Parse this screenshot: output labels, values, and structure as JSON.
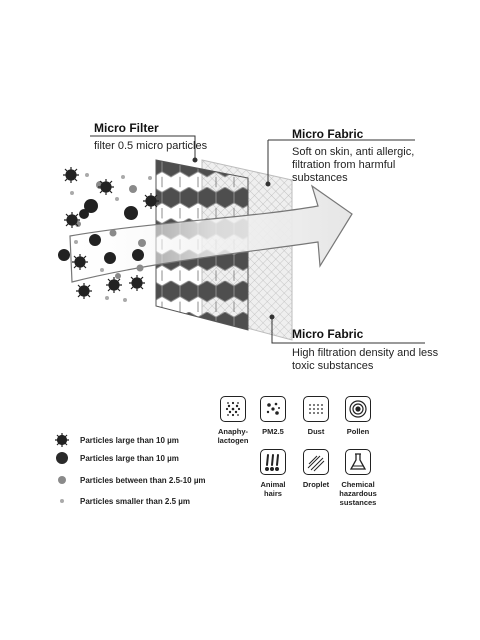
{
  "labels": {
    "micro_filter": {
      "title": "Micro Filter",
      "desc": "filter 0.5 micro particles"
    },
    "micro_fabric_top": {
      "title": "Micro Fabric",
      "desc_lines": [
        "Soft on skin, anti allergic,",
        "filtration from harmful",
        "substances"
      ]
    },
    "micro_fabric_bottom": {
      "title": "Micro Fabric",
      "desc_lines": [
        "High filtration density and less",
        "toxic substances"
      ]
    }
  },
  "legend": [
    {
      "icon": "virus-particle-icon",
      "text": "Particles large than 10 µm"
    },
    {
      "icon": "large-dark-dot-icon",
      "text": "Particles large than 10 µm"
    },
    {
      "icon": "medium-grey-dot-icon",
      "text": "Particles between than 2.5-10 µm"
    },
    {
      "icon": "small-dot-icon",
      "text": "Particles smaller than 2.5 µm"
    }
  ],
  "icons": [
    {
      "icon": "anaphylactogen-icon",
      "label_lines": [
        "Anaphy-",
        "lactogen"
      ]
    },
    {
      "icon": "pm25-icon",
      "label_lines": [
        "PM2.5"
      ]
    },
    {
      "icon": "dust-icon",
      "label_lines": [
        "Dust"
      ]
    },
    {
      "icon": "pollen-icon",
      "label_lines": [
        "Pollen"
      ]
    },
    {
      "icon": "animal-hairs-icon",
      "label_lines": [
        "Animal",
        "hairs"
      ]
    },
    {
      "icon": "droplet-icon",
      "label_lines": [
        "Droplet"
      ]
    },
    {
      "icon": "chemical-icon",
      "label_lines": [
        "Chemical",
        "hazardous",
        "sustances"
      ]
    }
  ],
  "colors": {
    "filter_dark": "#5a5a5a",
    "fabric_light": "#e6e6e6",
    "arrow": "#eeeeee",
    "dot_dark": "#2a2a2a",
    "dot_grey": "#8a8a8a"
  }
}
